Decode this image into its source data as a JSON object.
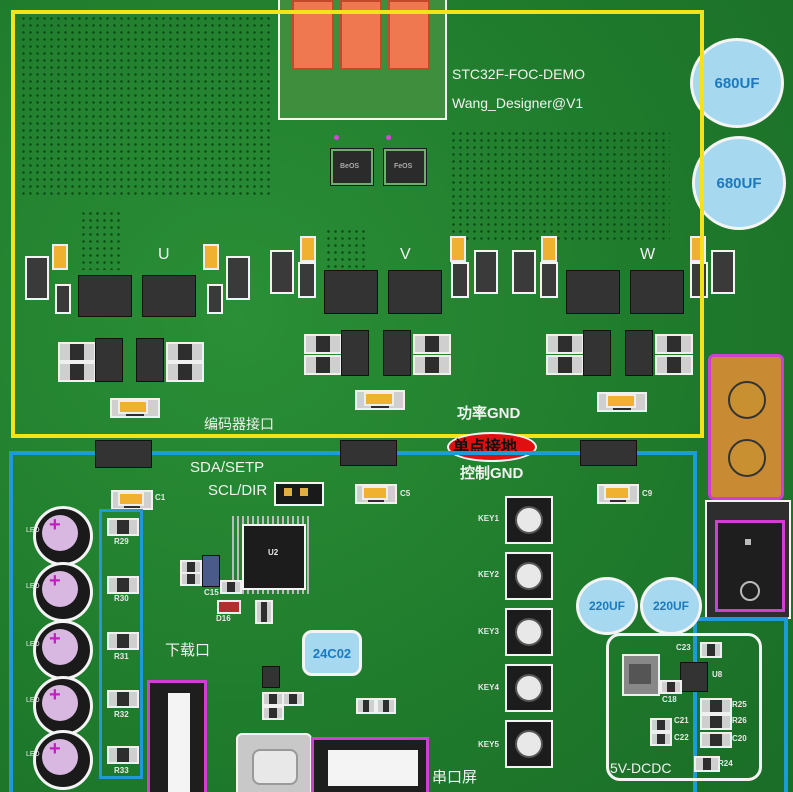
{
  "board": {
    "title_line": "STC32F-FOC-DEMO",
    "designer_line": "Wang_Designer@V1",
    "phase_u": "U",
    "phase_v": "V",
    "phase_w": "W",
    "encoder_port": "编码器接口",
    "power_gnd": "功率GND",
    "single_point_ground": "单点接地",
    "control_gnd": "控制GND",
    "sda_label": "SDA/SETP",
    "scl_label": "SCL/DIR",
    "download_port": "下载口",
    "uart_screen": "串口屏",
    "eeprom": "24C02",
    "dcdc_label": "5V-DCDC",
    "mcu_ref": "U2",
    "buck_ref": "U8"
  },
  "caps_bulk": [
    "680UF",
    "680UF"
  ],
  "caps_mid": [
    "220UF",
    "220UF"
  ],
  "designators": {
    "c1": "C1",
    "c5": "C5",
    "c9": "C9",
    "r29": "R29",
    "r30": "R30",
    "r31": "R31",
    "r32": "R32",
    "r33": "R33",
    "c15": "C15",
    "d16": "D16",
    "c23": "C23",
    "c18": "C18",
    "c21": "C21",
    "c22": "C22",
    "c20": "C20",
    "r25": "R25",
    "r26": "R26",
    "r24": "R24"
  },
  "keys": [
    "KEY1",
    "KEY2",
    "KEY3",
    "KEY4",
    "KEY5"
  ],
  "leds": [
    "LED",
    "LED",
    "LED",
    "LED",
    "LED"
  ],
  "mosfet_marks": [
    "BeOS",
    "FeOS"
  ],
  "colors": {
    "pcb": "#1f7a2c",
    "power_zone": "#f5e31a",
    "control_zone": "#1e9ad6",
    "highlight_ring": "#e01010",
    "dcdc_zone": "#f4f4f4",
    "terminal_block": "#f07850",
    "electrolytic": "#a6d8f0"
  }
}
